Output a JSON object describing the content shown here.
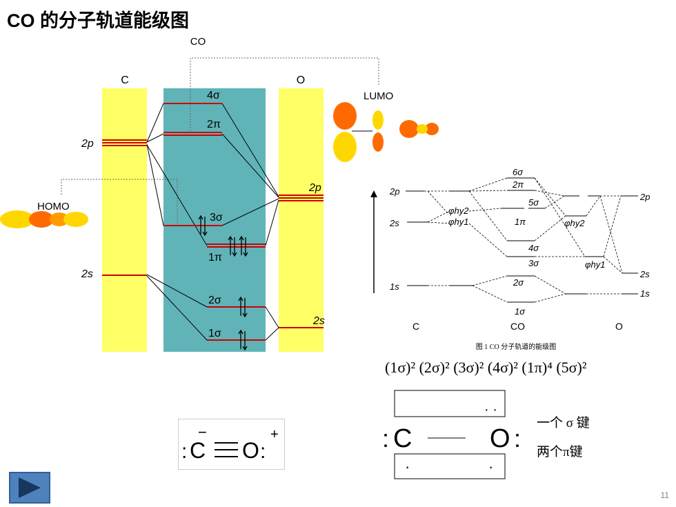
{
  "title": "CO 的分子轨道能级图",
  "slide_number": "11",
  "main_diagram": {
    "co_label": "CO",
    "left_atom": "C",
    "right_atom": "O",
    "c_2p": "2p",
    "c_2s": "2s",
    "o_2p": "2p",
    "o_2s": "2s",
    "mo_4sigma": "4σ",
    "mo_2pi": "2π",
    "mo_3sigma": "3σ",
    "mo_1pi": "1π",
    "mo_2sigma": "2σ",
    "mo_1sigma": "1σ",
    "homo": "HOMO",
    "lumo": "LUMO",
    "colors": {
      "atom_column": "#ffff66",
      "mo_column": "#60b4b8",
      "level": "#cc0000",
      "lobe_orange": "#ff6a00",
      "lobe_yellow": "#ffd700"
    }
  },
  "small_diagram": {
    "c_2p": "2p",
    "c_2s": "2s",
    "c_1s": "1s",
    "o_2p": "2p",
    "o_2s": "2s",
    "o_1s": "1s",
    "mo_6sigma": "6σ",
    "mo_2pi": "2π",
    "mo_5sigma": "5σ",
    "mo_1pi": "1π",
    "mo_4sigma": "4σ",
    "mo_3sigma": "3σ",
    "mo_2sigma": "2σ",
    "mo_1sigma": "1σ",
    "phy2_left": "φhy2",
    "phy1_left": "φhy1",
    "phy2_right": "φhy2",
    "phy1_right": "φhy1",
    "axis_c": "C",
    "axis_co": "CO",
    "axis_o": "O",
    "caption": "图 1   CO 分子轨道的能级图"
  },
  "configuration": "(1σ)² (2σ)² (3σ)² (4σ)² (1π)⁴ (5σ)²",
  "lewis": {
    "c": "C",
    "o": "O",
    "colon": ":",
    "plus": "+",
    "minus": "−"
  },
  "bond_diagram": {
    "c": "C",
    "o": "O",
    "colon": ":",
    "dots": "· ·",
    "dot": "·",
    "sigma_note": "一个 σ 键",
    "pi_note": "两个π键"
  }
}
